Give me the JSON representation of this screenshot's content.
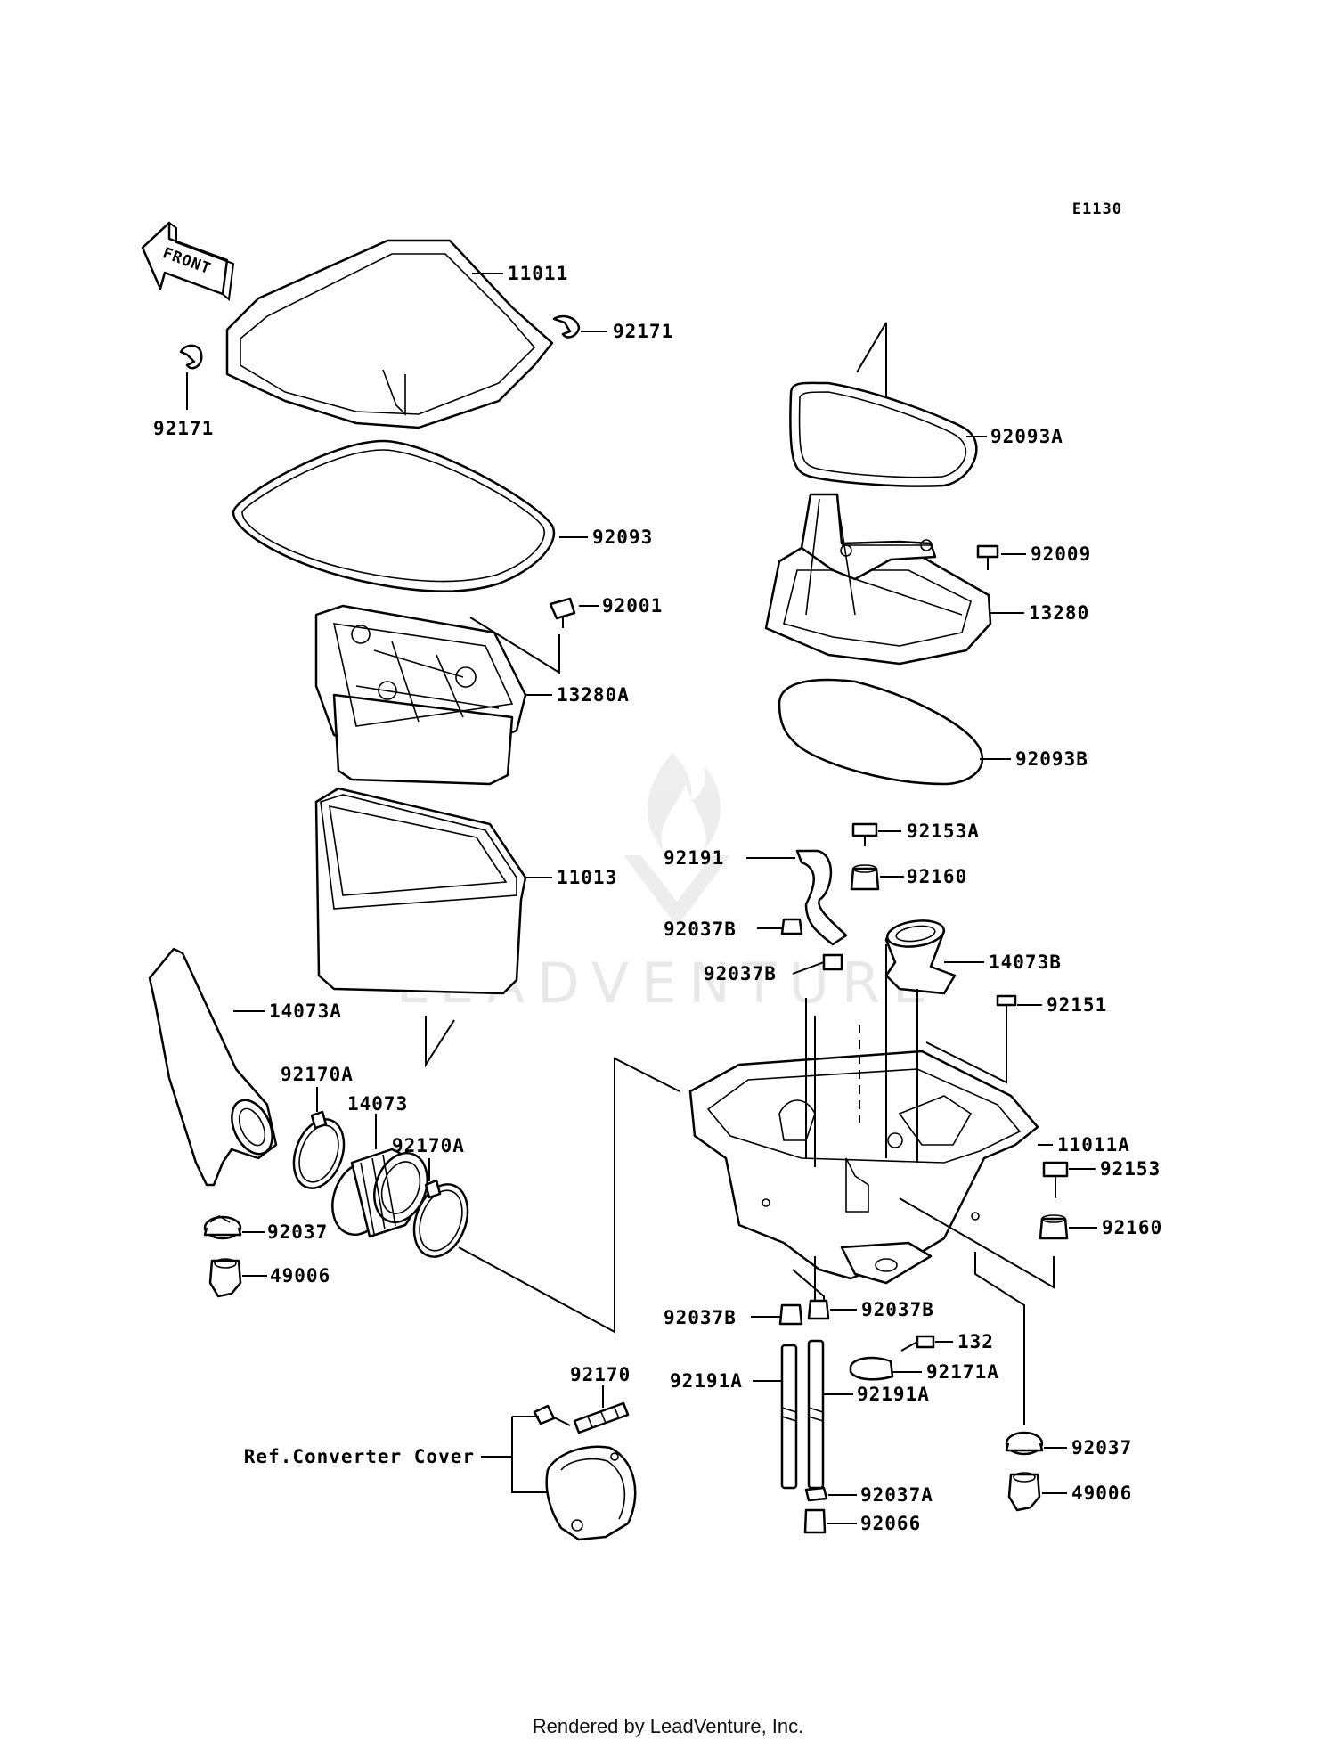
{
  "diagram_code": "E1130",
  "front_label": "FRONT",
  "watermark": "LEADVENTURE",
  "footer": "Rendered by LeadVenture, Inc.",
  "ref_label": "Ref.Converter Cover",
  "parts": {
    "p11011": "11011",
    "p92171_r": "92171",
    "p92171_l": "92171",
    "p92093": "92093",
    "p92001": "92001",
    "p13280A": "13280A",
    "p11013": "11013",
    "p14073A": "14073A",
    "p92170A_1": "92170A",
    "p14073": "14073",
    "p92170A_2": "92170A",
    "p92037_l": "92037",
    "p49006_l": "49006",
    "p92093A": "92093A",
    "p92009": "92009",
    "p13280": "13280",
    "p92093B": "92093B",
    "p92153A": "92153A",
    "p92191": "92191",
    "p92160_t": "92160",
    "p92037B_1": "92037B",
    "p92037B_2": "92037B",
    "p14073B": "14073B",
    "p92151": "92151",
    "p11011A": "11011A",
    "p92153": "92153",
    "p92160_b": "92160",
    "p92037B_3": "92037B",
    "p92037B_4": "92037B",
    "p132": "132",
    "p92171A": "92171A",
    "p92170": "92170",
    "p92191A_1": "92191A",
    "p92191A_2": "92191A",
    "p92037_r": "92037",
    "p92037A": "92037A",
    "p92066": "92066",
    "p49006_r": "49006"
  }
}
